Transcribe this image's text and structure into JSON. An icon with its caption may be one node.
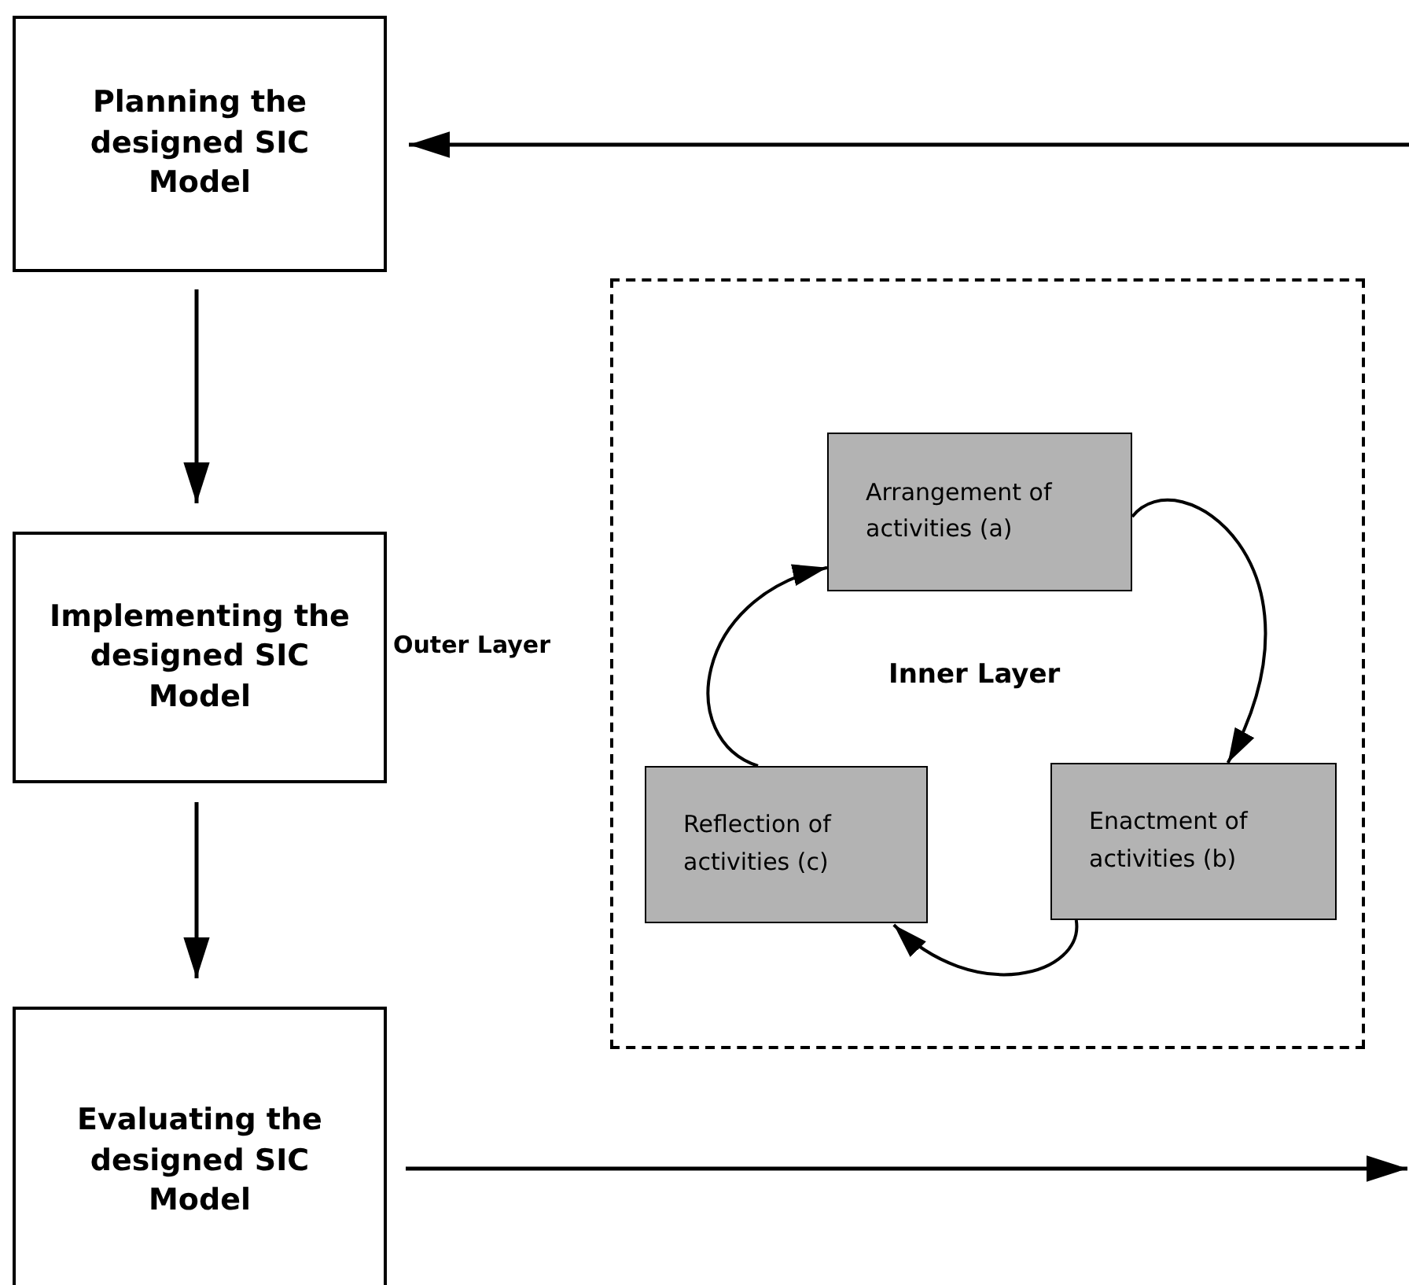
{
  "diagram": {
    "nodes": [
      {
        "text": [
          "Planning the designed SIC Model"
        ]
      },
      {
        "text": [
          "Implementing the designed SIC Model"
        ]
      },
      {
        "text": [
          "Evaluating the designed SIC Model"
        ]
      },
      {
        "text": [
          "Inner Layer"
        ]
      },
      {
        "text": [
          "Arrangement of activities (a)"
        ],
        "in": 3
      },
      {
        "text": [
          "Enactment of activities (b)"
        ],
        "in": 3
      },
      {
        "text": [
          "Reflection of activities (c)"
        ],
        "in": 3
      }
    ],
    "edges": [
      {
        "from": 0,
        "to": 1,
        "arrow": "to"
      },
      {
        "from": 1,
        "to": 2,
        "arrow": "to"
      },
      {
        "from": 2,
        "to": null,
        "arrow": "to"
      },
      {
        "from": null,
        "to": 0,
        "arrow": "to"
      },
      {
        "from": 4,
        "to": 5,
        "arrow": "to"
      },
      {
        "from": 5,
        "to": 6,
        "arrow": "to"
      },
      {
        "from": 6,
        "to": 4,
        "arrow": "to"
      }
    ],
    "labels": [
      "Outer Layer"
    ]
  }
}
